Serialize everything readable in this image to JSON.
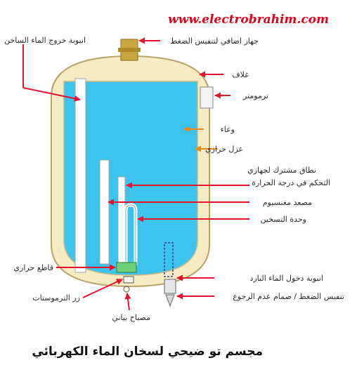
{
  "website": "www.electrobrahim.com",
  "caption": "مجسم تو ضيحي لسخان الماء الكهربائي",
  "labels": {
    "hot_outlet_pipe": "انبوبة خروج الماء الساخن",
    "pressure_relief_device": "جهاز اضافي لتنفيس الضغط",
    "casing": "غلاف",
    "thermometer": "ترمومتر",
    "vessel": "وعاء",
    "insulation": "عزل حراري",
    "thermostat_range_1": "نطاق مشترك لجهازي",
    "thermostat_range_2": "التحكم في درجة الحرارة",
    "magnesium_rod": "مصعد مغنسيوم",
    "heating_unit": "وحدة التسخين",
    "thermal_cutout": "قاطع حراري",
    "cold_inlet_pipe": "انبوبة دخول الماء البارد",
    "thermostat_button": "زر الترموستات",
    "relief_check_valve": "تنفيس الضغط / صمام عدم الرجوع",
    "pilot_lamp": "مصباح بياني"
  },
  "colors": {
    "water": "#3cc4ee",
    "casing": "#f7ebc4",
    "casing_stroke": "#b8a46a",
    "arrow_red": "#e8102c",
    "arrow_orange": "#f08a1c",
    "pipe": "#ffffff",
    "thermostat": "#6fd07a"
  }
}
